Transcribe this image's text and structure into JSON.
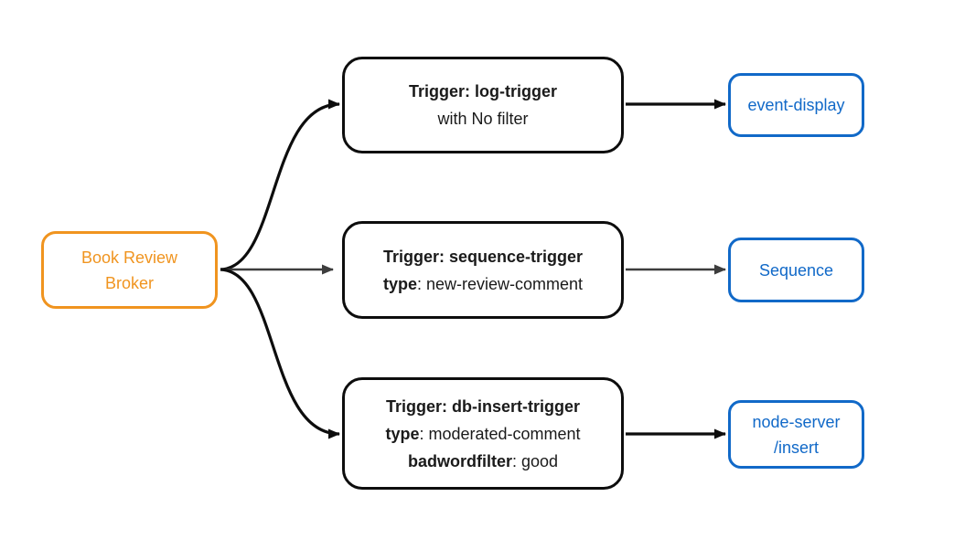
{
  "diagram": {
    "type": "flowchart",
    "background_color": "#ffffff",
    "colors": {
      "broker_accent": "#F0941F",
      "trigger_border": "#0d0d0d",
      "trigger_text": "#1a1a1a",
      "sink_accent": "#1169C8",
      "edge_black": "#0d0d0d",
      "edge_gray": "#3d3d3d"
    },
    "nodes": {
      "broker": {
        "label_lines": [
          "Book Review",
          "Broker"
        ]
      },
      "triggers": [
        {
          "title": "Trigger: log-trigger",
          "subtitle": "with No filter"
        },
        {
          "title": "Trigger: sequence-trigger",
          "fields": [
            {
              "key": "type",
              "value": ": new-review-comment"
            }
          ]
        },
        {
          "title": "Trigger: db-insert-trigger",
          "fields": [
            {
              "key": "type",
              "value": ": moderated-comment"
            },
            {
              "key": "badwordfilter",
              "value": ": good"
            }
          ]
        }
      ],
      "sinks": [
        {
          "label_lines": [
            "event-display"
          ]
        },
        {
          "label_lines": [
            "Sequence"
          ]
        },
        {
          "label_lines": [
            "node-server",
            "/insert"
          ]
        }
      ]
    },
    "edges": [
      {
        "from": "Book Review Broker",
        "to": "Trigger: log-trigger",
        "color": "#0d0d0d"
      },
      {
        "from": "Book Review Broker",
        "to": "Trigger: sequence-trigger",
        "color": "#3d3d3d"
      },
      {
        "from": "Book Review Broker",
        "to": "Trigger: db-insert-trigger",
        "color": "#0d0d0d"
      },
      {
        "from": "Trigger: log-trigger",
        "to": "event-display",
        "color": "#0d0d0d"
      },
      {
        "from": "Trigger: sequence-trigger",
        "to": "Sequence",
        "color": "#3d3d3d"
      },
      {
        "from": "Trigger: db-insert-trigger",
        "to": "node-server/insert",
        "color": "#0d0d0d"
      }
    ]
  }
}
